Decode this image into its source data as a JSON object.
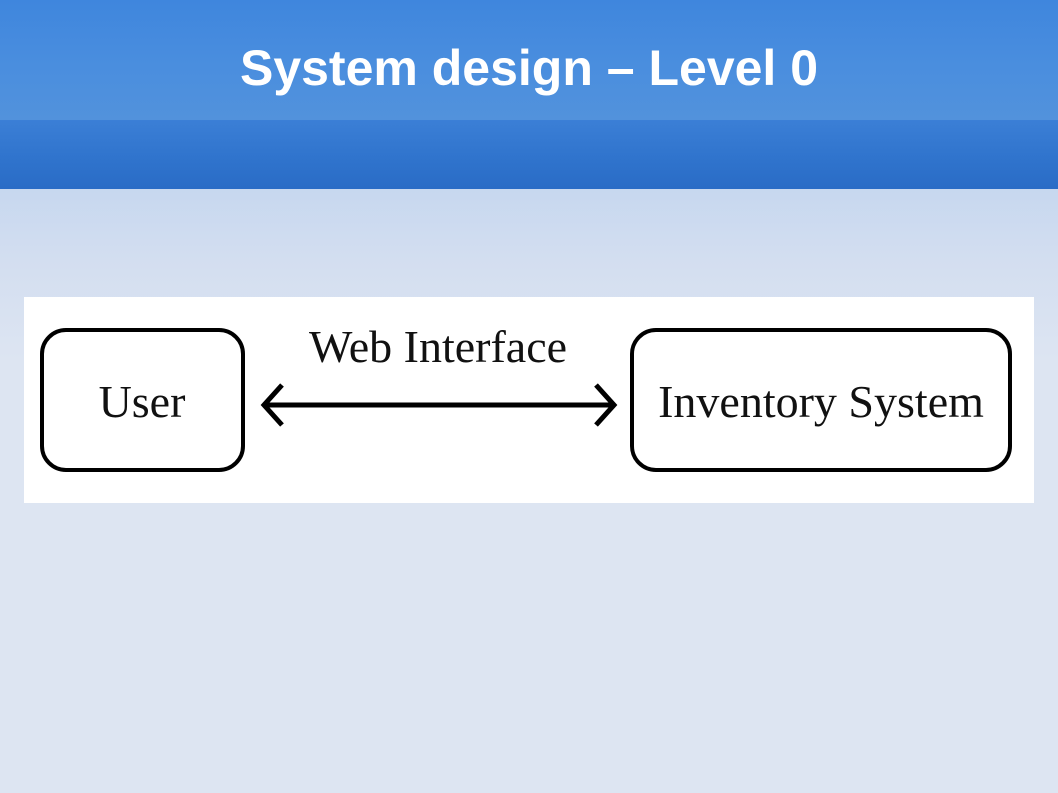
{
  "slide": {
    "title": "System design – Level 0"
  },
  "diagram": {
    "nodes": [
      {
        "id": "user",
        "label": "User"
      },
      {
        "id": "inventory",
        "label": "Inventory System"
      }
    ],
    "edges": [
      {
        "from": "user",
        "to": "inventory",
        "label": "Web Interface",
        "direction": "bidirectional"
      }
    ]
  }
}
